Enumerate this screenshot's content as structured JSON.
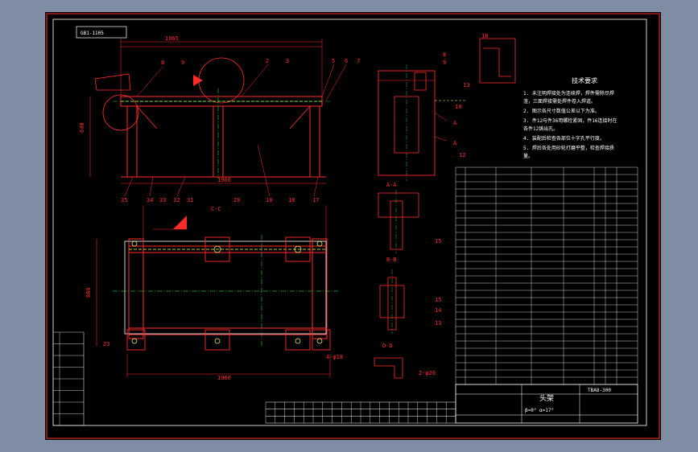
{
  "drawing": {
    "top_label": "GB1-1105",
    "part_name": "头架",
    "drawing_no": "TBA8-300",
    "tech_title": "技术要求",
    "tech_notes": [
      "1. 未注明焊接处为连续焊，焊件需除尽焊",
      "   渣，三面焊接需处焊件卷入焊道。",
      "2. 图示各尺寸数值公差以下为准。",
      "3. 件12与件36用螺栓紧固，件16连接时在",
      "   各件12铸出孔。",
      "4. 装配后检查各部位十字孔平行度。",
      "5. 焊后各处用砂轮打磨平整，检查焊接质",
      "   量。"
    ],
    "param_formula": "β=0° α=17°",
    "section_labels": [
      "A-A",
      "B-B",
      "C-C",
      "D-D"
    ]
  },
  "colors": {
    "frame": "#ffffff",
    "outline": "#ff2a2a",
    "hidden": "#ffff66",
    "center": "#33ff33",
    "dims": "#ff2a2a",
    "sheet_bg": "#000000",
    "window_bg": "#7f8da4"
  }
}
